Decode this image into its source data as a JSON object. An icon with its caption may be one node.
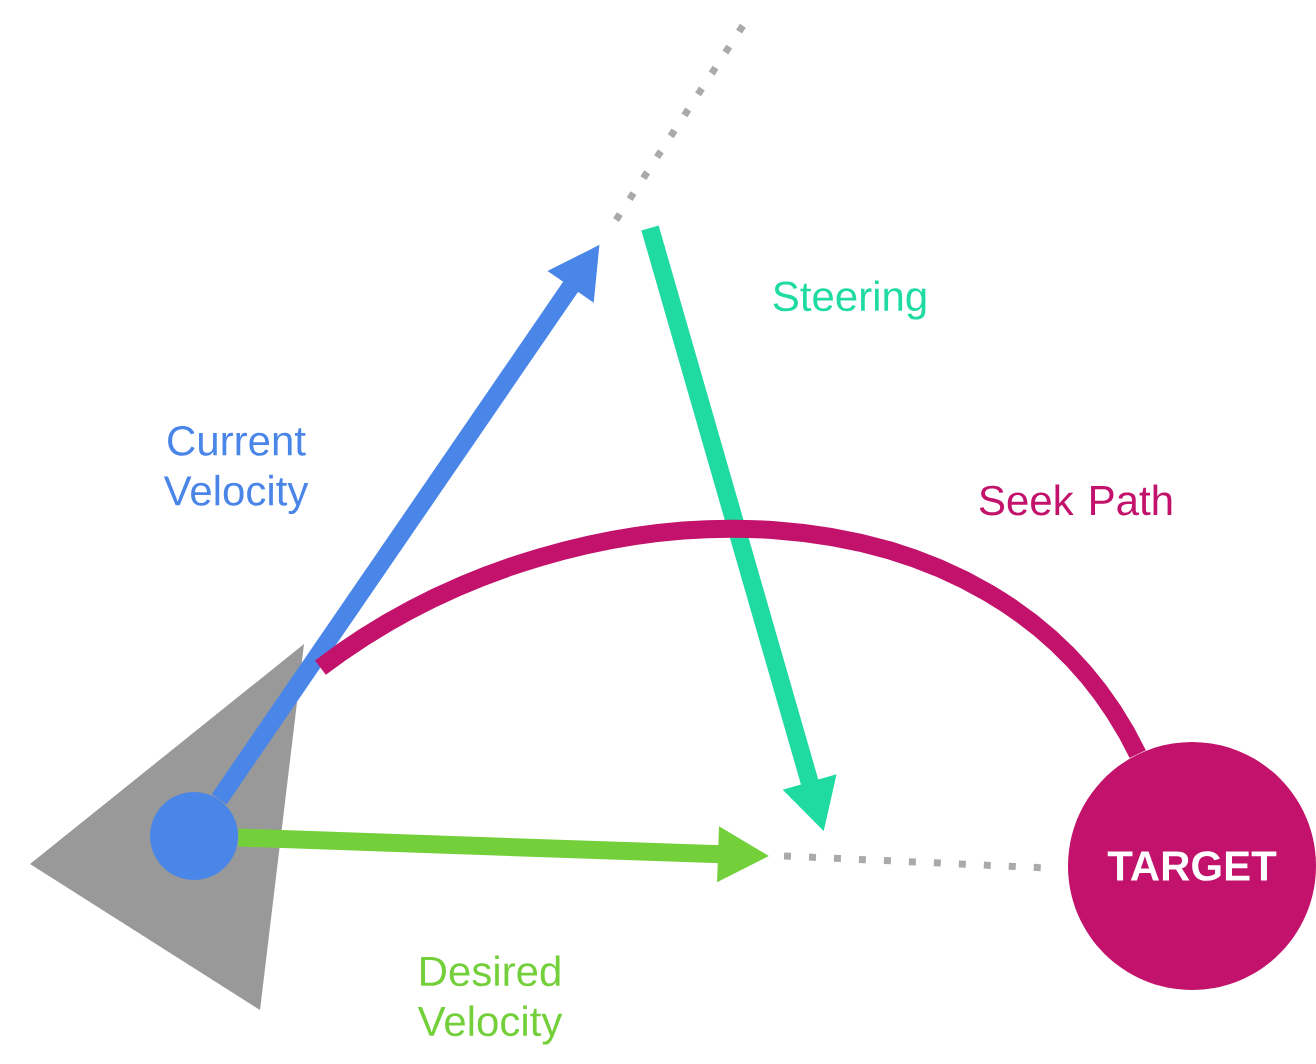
{
  "diagram": {
    "nodes": [
      {
        "text": [],
        "shape": "triangle"
      },
      {
        "text": [],
        "shape": "circle",
        "in": 0
      },
      {
        "text": [
          "TARGET"
        ]
      }
    ],
    "edges": [
      {
        "from": 1,
        "to": null,
        "arrow": "to",
        "label": "Current Velocity",
        "color": "#4a86e8"
      },
      {
        "from": 1,
        "to": null,
        "arrow": "to",
        "label": "Desired Velocity",
        "color": "#74d03a"
      },
      {
        "from": 0,
        "to": 2,
        "arrow": "none",
        "label": "Seek Path",
        "color": "#c2126b"
      }
    ],
    "labels": [
      "Steering"
    ]
  }
}
